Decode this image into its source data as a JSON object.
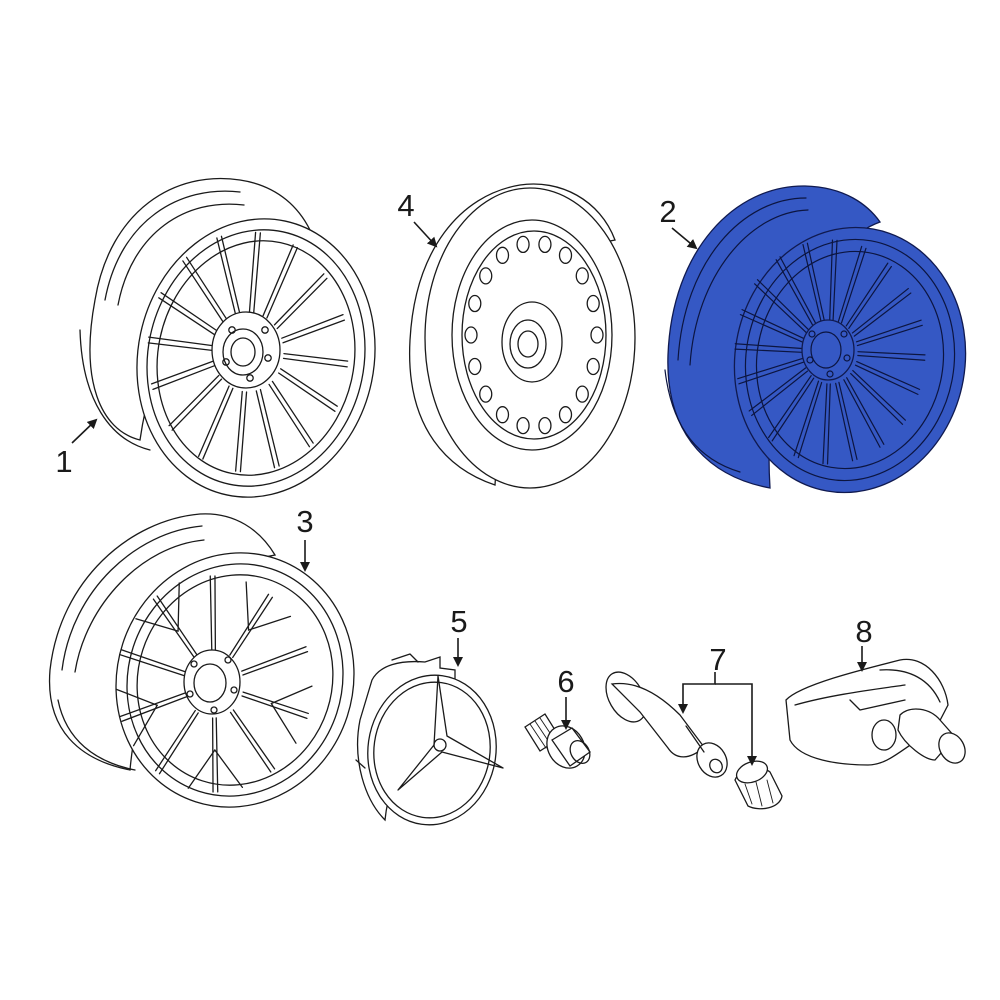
{
  "callouts": {
    "c1": "1",
    "c2": "2",
    "c3": "3",
    "c4": "4",
    "c5": "5",
    "c6": "6",
    "c7": "7",
    "c8": "8"
  },
  "colors": {
    "highlight": "#3558c4",
    "line": "#1a1a1a",
    "background": "#ffffff"
  }
}
